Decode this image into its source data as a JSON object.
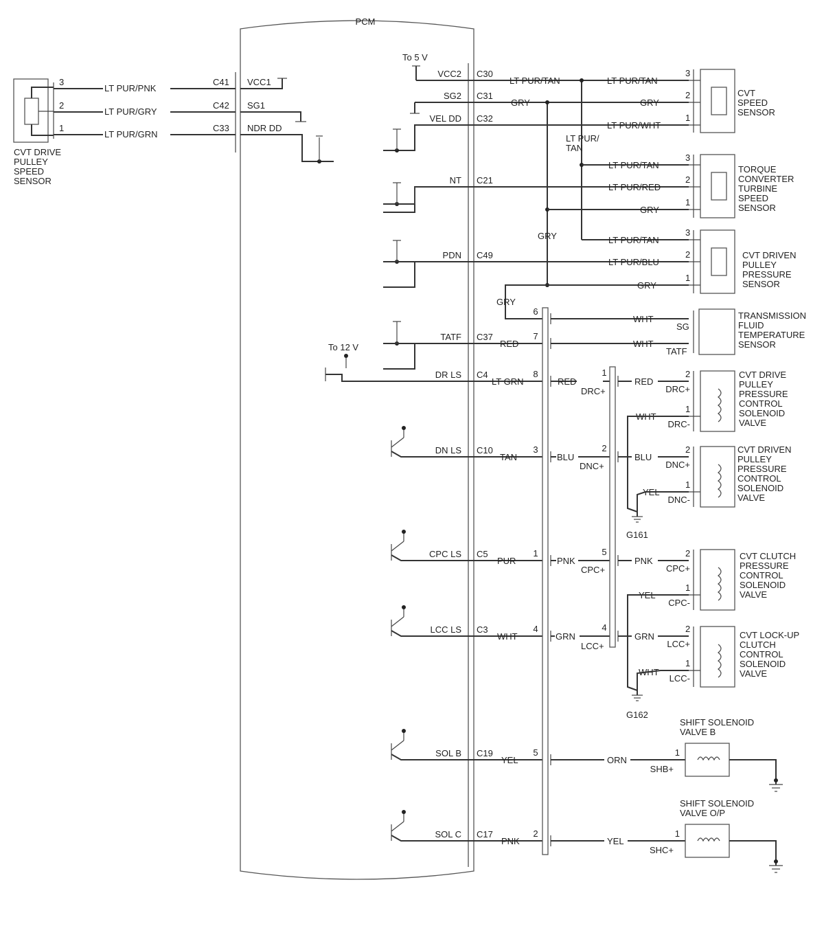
{
  "pcm": {
    "title": "PCM",
    "to5v": "To 5 V",
    "to12v": "To 12 V",
    "left_pins": [
      {
        "pin": "C41",
        "sig": "VCC1",
        "pos": "3",
        "wire": "LT PUR/PNK"
      },
      {
        "pin": "C42",
        "sig": "SG1",
        "pos": "2",
        "wire": "LT PUR/GRY"
      },
      {
        "pin": "C33",
        "sig": "NDR DD",
        "pos": "1",
        "wire": "LT PUR/GRN"
      }
    ],
    "right_pins": [
      {
        "sig": "VCC2",
        "pin": "C30",
        "wire": "LT PUR/TAN"
      },
      {
        "sig": "SG2",
        "pin": "C31",
        "wire": "GRY"
      },
      {
        "sig": "VEL DD",
        "pin": "C32",
        "wire": ""
      },
      {
        "sig": "NT",
        "pin": "C21",
        "wire": ""
      },
      {
        "sig": "PDN",
        "pin": "C49",
        "wire": ""
      },
      {
        "sig": "TATF",
        "pin": "C37",
        "wire": "RED"
      },
      {
        "sig": "DR LS",
        "pin": "C4",
        "wire": "LT GRN"
      },
      {
        "sig": "DN LS",
        "pin": "C10",
        "wire": "TAN"
      },
      {
        "sig": "CPC LS",
        "pin": "C5",
        "wire": "PUR"
      },
      {
        "sig": "LCC LS",
        "pin": "C3",
        "wire": "WHT"
      },
      {
        "sig": "SOL B",
        "pin": "C19",
        "wire": "YEL"
      },
      {
        "sig": "SOL C",
        "pin": "C17",
        "wire": "PNK"
      }
    ]
  },
  "conn1": [
    {
      "num": "6",
      "wire": "WHT"
    },
    {
      "num": "7",
      "wire": "WHT"
    },
    {
      "num": "8",
      "wire": "RED",
      "term": "DRC+"
    },
    {
      "num": "3",
      "wire": "BLU",
      "term": "DNC+"
    },
    {
      "num": "1",
      "wire": "PNK",
      "term": "CPC+"
    },
    {
      "num": "4",
      "wire": "GRN",
      "term": "LCC+"
    },
    {
      "num": "5",
      "wire": "ORN"
    },
    {
      "num": "2",
      "wire": "YEL"
    }
  ],
  "conn2": [
    {
      "num": "1",
      "wire": "RED"
    },
    {
      "num": "2",
      "wire": "BLU"
    },
    {
      "num": "5",
      "wire": "PNK"
    },
    {
      "num": "4",
      "wire": "GRN"
    }
  ],
  "bus": {
    "gry_label_mid": "GRY",
    "gry_label_low": "GRY",
    "ltpurtan_label": [
      "LT PUR/",
      "TAN"
    ]
  },
  "sensors": {
    "cvt_drive": {
      "lines": [
        "CVT DRIVE",
        "PULLEY",
        "SPEED",
        "SENSOR"
      ]
    },
    "cvt_speed": {
      "lines": [
        "CVT",
        "SPEED",
        "SENSOR"
      ],
      "pins": [
        {
          "num": "3",
          "wire": "LT PUR/TAN"
        },
        {
          "num": "2",
          "wire": "GRY"
        },
        {
          "num": "1",
          "wire": "LT PUR/WHT"
        }
      ]
    },
    "torque": {
      "lines": [
        "TORQUE",
        "CONVERTER",
        "TURBINE",
        "SPEED",
        "SENSOR"
      ],
      "pins": [
        {
          "num": "3",
          "wire": "LT PUR/TAN"
        },
        {
          "num": "2",
          "wire": "LT PUR/RED"
        },
        {
          "num": "1",
          "wire": "GRY"
        }
      ]
    },
    "driven_pressure": {
      "lines": [
        "CVT DRIVEN",
        "PULLEY",
        "PRESSURE",
        "SENSOR"
      ],
      "pins": [
        {
          "num": "3",
          "wire": "LT PUR/TAN"
        },
        {
          "num": "2",
          "wire": "LT PUR/BLU"
        },
        {
          "num": "1",
          "wire": "GRY"
        }
      ]
    },
    "tft": {
      "lines": [
        "TRANSMISSION",
        "FLUID",
        "TEMPERATURE",
        "SENSOR"
      ],
      "pin_a": "SG",
      "pin_b": "TATF"
    }
  },
  "solenoids": [
    {
      "key": "drc",
      "lines": [
        "CVT DRIVE",
        "PULLEY",
        "PRESSURE",
        "CONTROL",
        "SOLENOID",
        "VALVE"
      ],
      "pos": {
        "num": "2",
        "term": "DRC+"
      },
      "neg": {
        "num": "1",
        "term": "DRC-",
        "wire": "WHT"
      }
    },
    {
      "key": "dnc",
      "lines": [
        "CVT DRIVEN",
        "PULLEY",
        "PRESSURE",
        "CONTROL",
        "SOLENOID",
        "VALVE"
      ],
      "pos": {
        "num": "2",
        "term": "DNC+"
      },
      "neg": {
        "num": "1",
        "term": "DNC-",
        "wire": "YEL"
      }
    },
    {
      "key": "cpc",
      "lines": [
        "CVT CLUTCH",
        "PRESSURE",
        "CONTROL",
        "SOLENOID",
        "VALVE"
      ],
      "pos": {
        "num": "2",
        "term": "CPC+"
      },
      "neg": {
        "num": "1",
        "term": "CPC-",
        "wire": "YEL"
      }
    },
    {
      "key": "lcc",
      "lines": [
        "CVT LOCK-UP",
        "CLUTCH",
        "CONTROL",
        "SOLENOID",
        "VALVE"
      ],
      "pos": {
        "num": "2",
        "term": "LCC+"
      },
      "neg": {
        "num": "1",
        "term": "LCC-",
        "wire": "WHT"
      }
    }
  ],
  "grounds": {
    "g161": "G161",
    "g162": "G162"
  },
  "shift": [
    {
      "lines": [
        "SHIFT SOLENOID",
        "VALVE B"
      ],
      "num": "1",
      "term": "SHB+"
    },
    {
      "lines": [
        "SHIFT SOLENOID",
        "VALVE O/P"
      ],
      "num": "1",
      "term": "SHC+"
    }
  ]
}
